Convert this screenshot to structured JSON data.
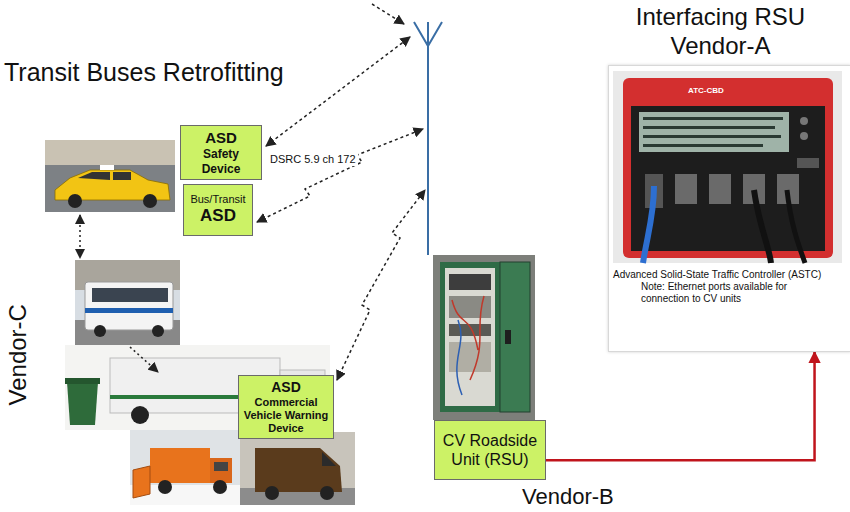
{
  "diagram": {
    "nodes": [
      {
        "text": [
          "ASD",
          "Safety Device"
        ]
      },
      {
        "text": [
          "Bus/Transit",
          "ASD"
        ]
      },
      {
        "text": [
          "ASD",
          "Commercial Vehicle Warning Device"
        ]
      },
      {
        "text": [
          "CV Roadside Unit (RSU)"
        ]
      },
      {
        "text": [
          "Advanced Solid-State Traffic Controller (ASTC)",
          "Note: Ethernet ports available for connection to CV units"
        ]
      }
    ],
    "edges": [
      {
        "from": 3,
        "to": 4,
        "arrow": "to"
      }
    ],
    "labels": [
      "Transit Buses Retrofitting",
      "Interfacing RSU Vendor-A",
      "DSRC 5.9 ch 172",
      "Vendor-C",
      "Vendor-B",
      "ATC-CBD"
    ]
  }
}
